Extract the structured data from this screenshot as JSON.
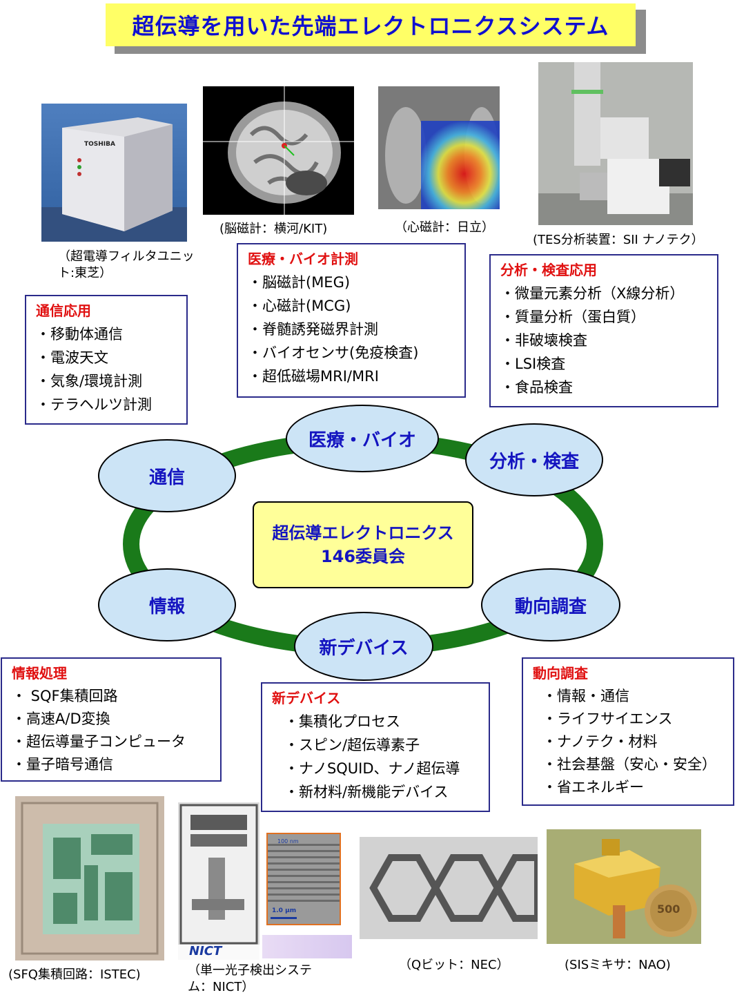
{
  "title": "超伝導を用いた先端エレクトロニクスシステム",
  "photos": {
    "filter_unit": {
      "brand": "TOSHIBA",
      "caption": "（超電導フィルタユニット:東芝）"
    },
    "meg": {
      "caption": "(脳磁計：横河/KIT)"
    },
    "mcg": {
      "caption": "（心磁計：日立）"
    },
    "tes": {
      "caption": "(TES分析装置：SII ナノテク）"
    },
    "sfq": {
      "caption": "(SFQ集積回路：ISTEC)"
    },
    "nict": {
      "caption": "（単一光子検出システム：NICT）",
      "logo": "NICT"
    },
    "sem": {
      "scale_top": "100 nm",
      "scale_bottom": "1.0 µm"
    },
    "qbit": {
      "caption": "（Qビット：NEC）"
    },
    "sis": {
      "caption": "(SISミキサ：NAO)",
      "coin": "500"
    }
  },
  "boxes": {
    "comm": {
      "heading": "通信応用",
      "items": [
        "・移動体通信",
        "・電波天文",
        "・気象/環境計測",
        "・テラヘルツ計測"
      ]
    },
    "medical": {
      "heading": "医療・バイオ計測",
      "items": [
        "・脳磁計(MEG)",
        "・心磁計(MCG)",
        "・脊髄誘発磁界計測",
        "・バイオセンサ(免疫検査)",
        "・超低磁場MRI/MRI"
      ]
    },
    "analysis": {
      "heading": "分析・検査応用",
      "items": [
        "・微量元素分析（X線分析）",
        "・質量分析（蛋白質）",
        "・非破壊検査",
        "・LSI検査",
        "・食品検査"
      ]
    },
    "info": {
      "heading": "情報処理",
      "items": [
        "・ SQF集積回路",
        "・高速A/D変換",
        "・超伝導量子コンピュータ",
        "・量子暗号通信"
      ]
    },
    "device": {
      "heading": "新デバイス",
      "items": [
        "・集積化プロセス",
        "・スピン/超伝導素子",
        "・ナノSQUID、ナノ超伝導",
        "・新材料/新機能デバイス"
      ]
    },
    "trend": {
      "heading": "動向調査",
      "items": [
        "・情報・通信",
        "・ライフサイエンス",
        "・ナノテク・材料",
        "・社会基盤（安心・安全）",
        "・省エネルギー"
      ]
    }
  },
  "ring": {
    "medical": "医療・バイオ",
    "analysis": "分析・検査",
    "comm": "通信",
    "info": "情報",
    "device": "新デバイス",
    "trend": "動向調査",
    "center_line1": "超伝導エレクトロニクス",
    "center_line2": "146委員会"
  },
  "colors": {
    "title_bg": "#ffff66",
    "title_text": "#1010d0",
    "ring": "#1a7a1a",
    "node_fill": "#cce4f6",
    "heading": "#e01010",
    "center_fill": "#ffff99"
  }
}
